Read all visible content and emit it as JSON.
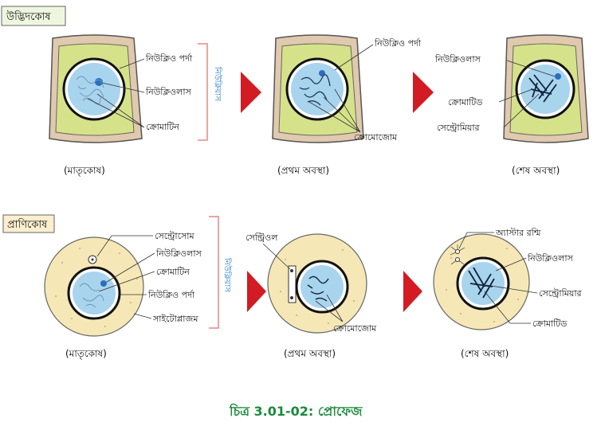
{
  "sections": {
    "plant": {
      "title": "উদ্ভিদকোষ",
      "bracket_label": "নিউক্লিয়াস"
    },
    "animal": {
      "title": "প্রাণিকোষ",
      "bracket_label": "নিউক্লিয়াস"
    }
  },
  "plant": {
    "mother": {
      "labels": [
        "নিউক্লিও পর্দা",
        "নিউক্লিওলাস",
        "ক্রোমাটিন"
      ],
      "caption": "(মাতৃকোষ)"
    },
    "early": {
      "labels": [
        "নিউক্লিও পর্দা",
        "ক্রোমোজোম"
      ],
      "caption": "(প্রথম অবস্থা)"
    },
    "late": {
      "labels": [
        "নিউক্লিওলাস",
        "ক্রোমাটিড",
        "সেন্ট্রোমিয়ার"
      ],
      "caption": "(শেষ অবস্থা)"
    }
  },
  "animal": {
    "mother": {
      "labels": [
        "সেন্ট্রোসোম",
        "নিউক্লিওলাস",
        "ক্রোমাটিন",
        "নিউক্লিও পর্দা",
        "সাইটোপ্লাজম"
      ],
      "caption": "(মাতৃকোষ)"
    },
    "early": {
      "labels": [
        "সেন্ট্রিওল",
        "ক্রোমোজোম"
      ],
      "caption": "(প্রথম অবস্থা)"
    },
    "late": {
      "labels": [
        "অ্যাস্টার রশ্মি",
        "নিউক্লিওলাস",
        "সেন্ট্রোমিয়ার",
        "ক্রোমাটিড"
      ],
      "caption": "(শেষ অবস্থা)"
    }
  },
  "figure_caption": "চিত্র 3.01-02: প্রোফেজ",
  "colors": {
    "cell_wall": "#e0c9ae",
    "plant_cyto": "#d6e28a",
    "nucleus": "#a9d4ee",
    "animal_cyto": "#f6e8b6",
    "arrow": "#d21b22",
    "bracket": "#e88585",
    "caption": "#1a8a3a"
  }
}
